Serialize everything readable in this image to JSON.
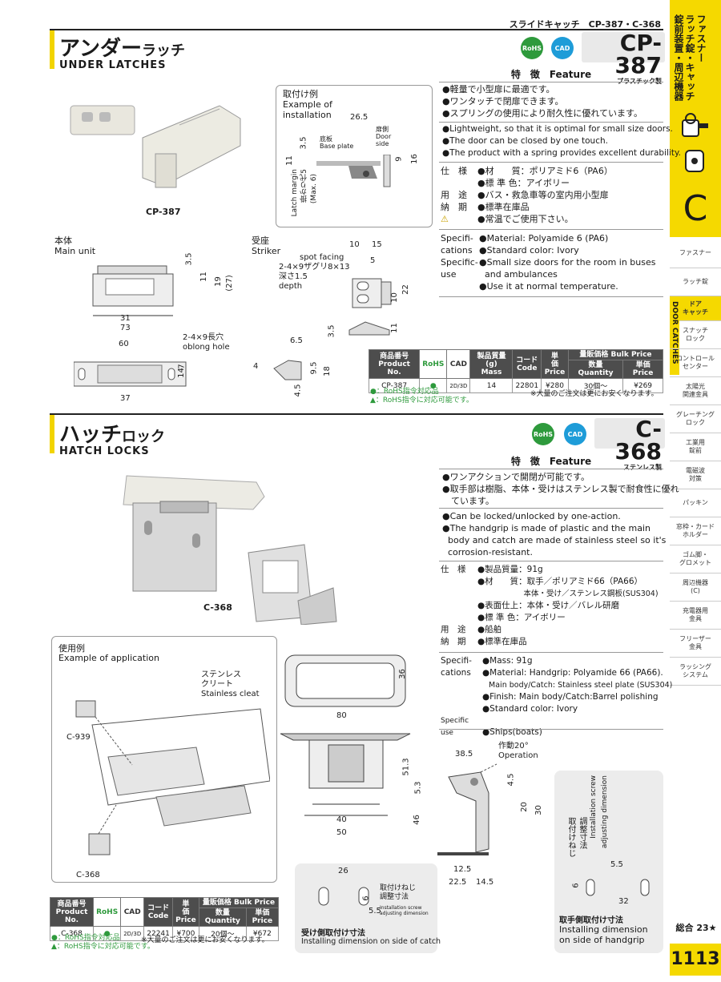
{
  "header": {
    "series": "スライドキャッチ　CP-387・C-368"
  },
  "sidebar": {
    "top_labels": [
      "ファスナー",
      "ラッチ錠・キャッチ",
      "錠前装置・周辺機器"
    ],
    "section_letter": "C",
    "vertical_label": "DOOR CATCHES",
    "items": [
      {
        "label": "ファスナー"
      },
      {
        "label": "ラッチ錠"
      },
      {
        "label": "ドア\nキャッチ"
      },
      {
        "label": "スナッチ\nロック"
      },
      {
        "label": "コントロール\nセンター"
      },
      {
        "label": "太陽光\n関連金具"
      },
      {
        "label": "グレーチング\nロック"
      },
      {
        "label": "工業用\n錠前"
      },
      {
        "label": "電磁波\n対策"
      },
      {
        "label": "パッキン"
      },
      {
        "label": "窓枠・カード\nホルダー"
      },
      {
        "label": "ゴム脚・\nグロメット"
      },
      {
        "label": "周辺機器\n(C)"
      },
      {
        "label": "充電器用\n金具"
      },
      {
        "label": "フリーザー\n金具"
      },
      {
        "label": "ラッシング\nシステム"
      }
    ],
    "footer_label": "総合 23★",
    "page_number": "1113"
  },
  "cp387": {
    "title_jp_main": "アンダー",
    "title_jp_sub": "ラッチ",
    "title_en": "UNDER LATCHES",
    "rohs": "RoHS",
    "cad": "CAD",
    "code": "CP-387",
    "material_note": "プラスチック製",
    "photo_label": "CP-387",
    "feature_heading": "特　徴　Feature",
    "features_jp": [
      "●軽量で小型扉に最適です。",
      "●ワンタッチで閉扉できます。",
      "●スプリングの使用により耐久性に優れています。"
    ],
    "features_en": [
      "●Lightweight, so that it is optimal for small size doors.",
      "●The door can be closed by one touch.",
      "●The product with a spring provides excellent durability."
    ],
    "spec_jp": [
      {
        "k": "仕　様",
        "v": "●材　　質：ポリアミド6（PA6）"
      },
      {
        "k": "",
        "v": "●標 準 色：アイボリー"
      },
      {
        "k": "用　途",
        "v": "●バス・救急車等の室内用小型扉"
      },
      {
        "k": "納　期",
        "v": "●標準在庫品"
      },
      {
        "k": "⚠",
        "v": "●常温でご使用下さい。"
      }
    ],
    "spec_en": [
      {
        "k": "Specifi-",
        "v": "●Material: Polyamide 6 (PA6)"
      },
      {
        "k": "cations",
        "v": "●Standard color: Ivory"
      },
      {
        "k": "Specific-",
        "v": "●Small size doors for the room in buses"
      },
      {
        "k": "use",
        "v": "  and ambulances"
      },
      {
        "k": "",
        "v": "●Use it at normal temperature."
      }
    ],
    "install": {
      "title_jp": "取付け例",
      "title_en1": "Example of",
      "title_en2": "installation",
      "base_jp": "底板",
      "base_en": "Base plate",
      "door_jp": "扉側",
      "door_en1": "Door",
      "door_en2": "side",
      "margin1": "Latch margin",
      "margin2": "掛かり代5",
      "margin3": "(Max. 6)",
      "d1": "26.5",
      "d2": "3.5",
      "d3": "11",
      "d4": "9",
      "d5": "16"
    },
    "main_unit": {
      "label_jp": "本体",
      "label_en": "Main unit",
      "dims": [
        "3.5",
        "11",
        "19",
        "(27)",
        "31",
        "73",
        "60",
        "37",
        "7",
        "14"
      ],
      "hole_jp": "2-4×9長穴",
      "hole_en": "oblong hole"
    },
    "striker": {
      "label_jp": "受座",
      "label_en": "Striker",
      "spot1": "spot facing",
      "spot2": "2-4×9ザグリ8×13",
      "spot3": "深さ1.5",
      "spot4": "depth",
      "dims": [
        "10",
        "15",
        "5",
        "10",
        "22",
        "3.5",
        "11",
        "6.5",
        "4",
        "9.5",
        "18",
        "4.5"
      ]
    },
    "table": {
      "h_code": "商品番号\nProduct No.",
      "h_rohs": "RoHS",
      "h_cad": "CAD",
      "h_mass": "製品質量(g)\nMass",
      "h_cc": "コード\nCode",
      "h_price": "単　価\nPrice",
      "h_bulk": "量販価格 Bulk Price",
      "h_qty": "数量 Quantity",
      "h_unit": "単価 Price",
      "row": {
        "code": "CP-387",
        "rohs": "●",
        "cad": "2D/3D",
        "mass": "14",
        "cc": "22801",
        "price": "¥280",
        "qty": "30個～",
        "bulk": "¥269"
      }
    },
    "notes": [
      "●：RoHS指令対応品",
      "▲：RoHS指令に対応可能です。"
    ],
    "note_right": "※大量のご注文は更にお安くなります。"
  },
  "c368": {
    "title_jp_main": "ハッチ",
    "title_jp_sub": "ロック",
    "title_en": "HATCH LOCKS",
    "rohs": "RoHS",
    "cad": "CAD",
    "code": "C-368",
    "material_note": "ステンレス製",
    "photo_label": "C-368",
    "feature_heading": "特　徴　Feature",
    "features_jp": [
      "●ワンアクションで開閉が可能です。",
      "●取手部は樹脂、本体・受けはステンレス製で耐食性に優れ",
      "　ています。"
    ],
    "features_en": [
      "●Can be locked/unlocked by one-action.",
      "●The handgrip is made of plastic and the main",
      "  body and catch are made of stainless steel so it's",
      "  corrosion-resistant."
    ],
    "spec_jp": [
      {
        "k": "仕　様",
        "v": "●製品質量：91g"
      },
      {
        "k": "",
        "v": "●材　　質：取手／ポリアミド66（PA66）"
      },
      {
        "k": "",
        "v": "　本体・受け／ステンレス鋼板(SUS304)"
      },
      {
        "k": "",
        "v": "●表面仕上：本体・受け／バレル研磨"
      },
      {
        "k": "",
        "v": "●標 準 色：アイボリー"
      },
      {
        "k": "用　途",
        "v": "●船舶"
      },
      {
        "k": "納　期",
        "v": "●標準在庫品"
      }
    ],
    "spec_en": [
      {
        "k": "Specifi-",
        "v": "●Mass: 91g"
      },
      {
        "k": "cations",
        "v": "●Material: Handgrip: Polyamide 66 (PA66)."
      },
      {
        "k": "",
        "v": "  Main body/Catch: Stainless steel plate (SUS304)"
      },
      {
        "k": "",
        "v": "●Finish: Main body/Catch:Barrel polishing"
      },
      {
        "k": "",
        "v": "●Standard color: Ivory"
      },
      {
        "k": "Specific use",
        "v": "●Ships(boats)"
      }
    ],
    "app": {
      "title_jp": "使用例",
      "title_en": "Example of application",
      "cleat_jp1": "ステンレス",
      "cleat_jp2": "クリート",
      "cleat_en": "Stainless cleat",
      "p1": "C-939",
      "p2": "C-368"
    },
    "dims": {
      "d36": "36",
      "d80": "80",
      "d515": "51.3",
      "d53": "5.3",
      "d46": "46",
      "d40": "40",
      "d50": "50",
      "d385": "38.5",
      "op": "作動20°",
      "op_en": "Operation",
      "d45": "4.5",
      "d20": "20",
      "d30": "30",
      "d125": "12.5",
      "d225": "22.5",
      "d145": "14.5"
    },
    "catch_side": {
      "d26": "26",
      "d6": "6",
      "d55": "5.5",
      "screw_jp1": "取付けねじ",
      "screw_jp2": "調整寸法",
      "screw_en1": "Installation screw",
      "screw_en2": "adjusting dimension",
      "title_jp": "受け側取付け寸法",
      "title_en": "Installing dimension on side of catch"
    },
    "handgrip_side": {
      "v_jp1": "取付けねじ",
      "v_jp2": "調整寸法",
      "v_en1": "Installation screw",
      "v_en2": "adjusting dimension",
      "d55": "5.5",
      "d6": "6",
      "d32": "32",
      "title_jp": "取手側取付け寸法",
      "title_en1": "Installing dimension",
      "title_en2": "on side of handgrip"
    },
    "table": {
      "h_code": "商品番号\nProduct No.",
      "h_rohs": "RoHS",
      "h_cad": "CAD",
      "h_cc": "コード\nCode",
      "h_price": "単　価\nPrice",
      "h_bulk": "量販価格 Bulk Price",
      "h_qty": "数量 Quantity",
      "h_unit": "単価 Price",
      "row": {
        "code": "C-368",
        "rohs": "●",
        "cad": "2D/3D",
        "cc": "22241",
        "price": "¥700",
        "qty": "20個～",
        "bulk": "¥672"
      }
    },
    "notes": [
      "●：RoHS指令対応品",
      "▲：RoHS指令に対応可能です。"
    ],
    "note_right": "※大量のご注文は更にお安くなります。"
  }
}
